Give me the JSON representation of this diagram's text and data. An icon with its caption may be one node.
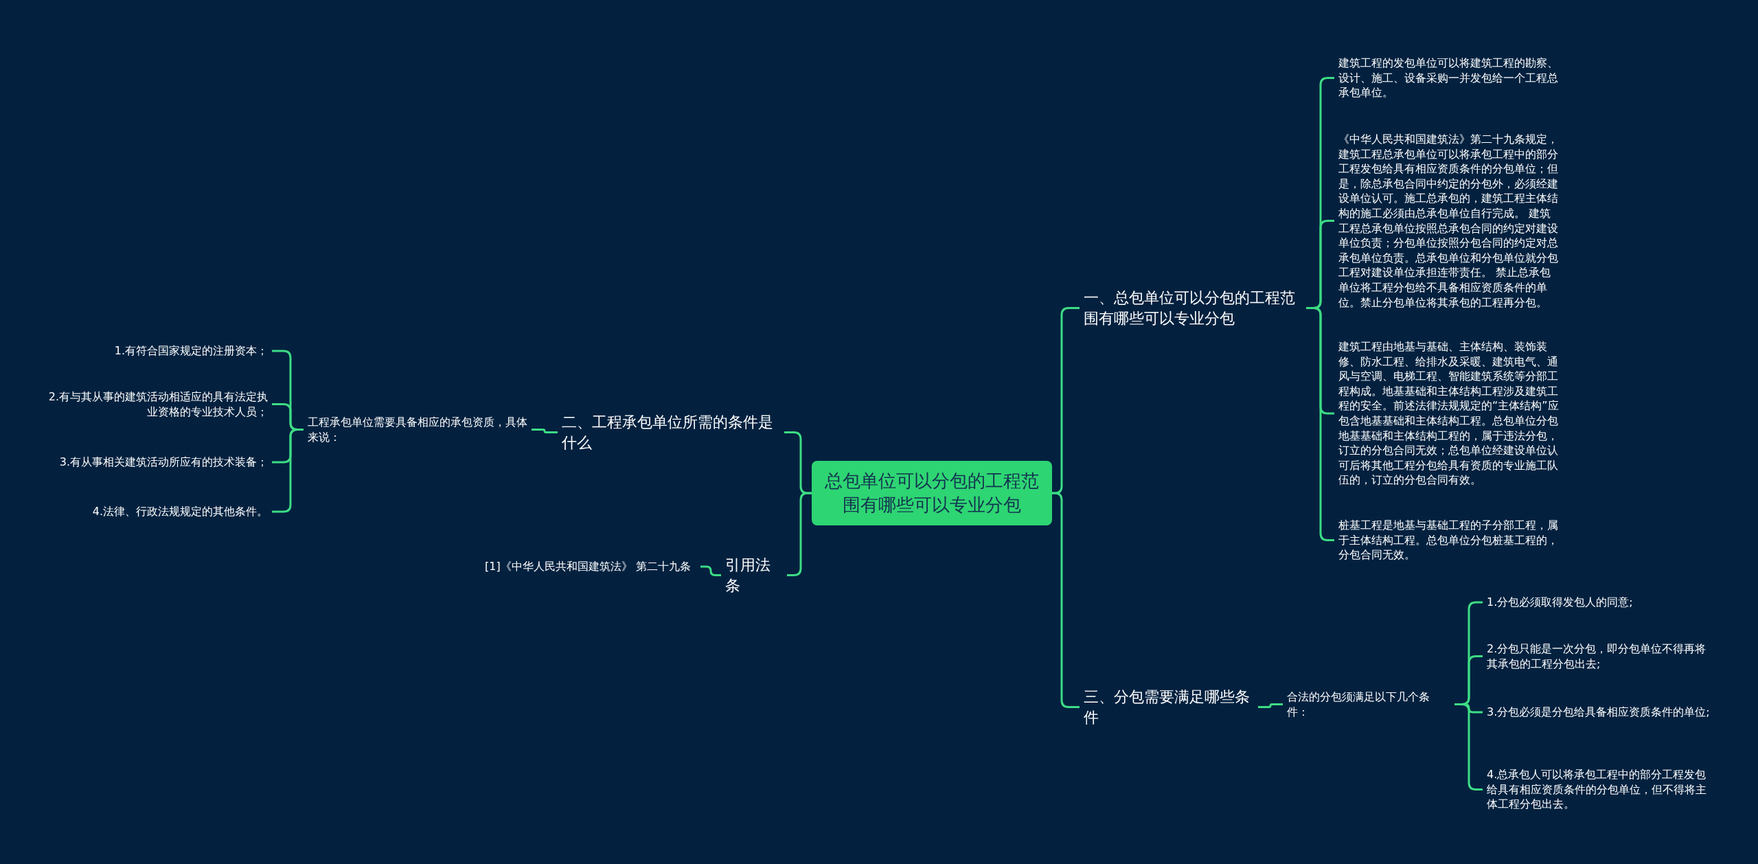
{
  "diagram": {
    "nodes": [
      {
        "text": [
          "总包单位可以分包的工程范围有哪些可以专业分包"
        ]
      },
      {
        "text": [
          "一、总包单位可以分包的工程范围有哪些可以专业分包"
        ]
      },
      {
        "text": [
          "建筑工程的发包单位可以将建筑工程的勘察、设计、施工、设备采购一并发包给一个工程总承包单位。"
        ]
      },
      {
        "text": [
          "《中华人民共和国建筑法》第二十九条规定，建筑工程总承包单位可以将承包工程中的部分工程发包给具有相应资质条件的分包单位；但是，除总承包合同中约定的分包外，必须经建设单位认可。施工总承包的，建筑工程主体结构的施工必须由总承包单位自行完成。 建筑工程总承包单位按照总承包合同的约定对建设单位负责；分包单位按照分包合同的约定对总承包单位负责。总承包单位和分包单位就分包工程对建设单位承担连带责任。 禁止总承包单位将工程分包给不具备相应资质条件的单位。禁止分包单位将其承包的工程再分包。"
        ]
      },
      {
        "text": [
          "建筑工程由地基与基础、主体结构、装饰装修、防水工程、给排水及采暖、建筑电气、通风与空调、电梯工程、智能建筑系统等分部工程构成。地基基础和主体结构工程涉及建筑工程的安全。前述法律法规规定的“主体结构”应包含地基基础和主体结构工程。总包单位分包地基基础和主体结构工程的，属于违法分包，订立的分包合同无效；总包单位经建设单位认可后将其他工程分包给具有资质的专业施工队伍的，订立的分包合同有效。"
        ]
      },
      {
        "text": [
          "桩基工程是地基与基础工程的子分部工程，属于主体结构工程。总包单位分包桩基工程的，分包合同无效。"
        ]
      },
      {
        "text": [
          "三、分包需要满足哪些条件"
        ]
      },
      {
        "text": [
          "合法的分包须满足以下几个条件："
        ]
      },
      {
        "text": [
          "1.分包必须取得发包人的同意;"
        ]
      },
      {
        "text": [
          "2.分包只能是一次分包，即分包单位不得再将其承包的工程分包出去;"
        ]
      },
      {
        "text": [
          "3.分包必须是分包给具备相应资质条件的单位;"
        ]
      },
      {
        "text": [
          "4.总承包人可以将承包工程中的部分工程发包给具有相应资质条件的分包单位，但不得将主体工程分包出去。"
        ]
      },
      {
        "text": [
          "二、工程承包单位所需的条件是什么"
        ]
      },
      {
        "text": [
          "工程承包单位需要具备相应的承包资质，具体来说："
        ]
      },
      {
        "text": [
          "1.有符合国家规定的注册资本；"
        ]
      },
      {
        "text": [
          "2.有与其从事的建筑活动相适应的具有法定执业资格的专业技术人员；"
        ]
      },
      {
        "text": [
          "3.有从事相关建筑活动所应有的技术装备；"
        ]
      },
      {
        "text": [
          "4.法律、行政法规规定的其他条件。"
        ]
      },
      {
        "text": [
          "引用法条"
        ]
      },
      {
        "text": [
          "[1]《中华人民共和国建筑法》 第二十九条"
        ]
      }
    ],
    "edges": [
      {
        "from": 0,
        "to": 1,
        "arrow": "none"
      },
      {
        "from": 1,
        "to": 2,
        "arrow": "none"
      },
      {
        "from": 1,
        "to": 3,
        "arrow": "none"
      },
      {
        "from": 1,
        "to": 4,
        "arrow": "none"
      },
      {
        "from": 1,
        "to": 5,
        "arrow": "none"
      },
      {
        "from": 0,
        "to": 6,
        "arrow": "none"
      },
      {
        "from": 6,
        "to": 7,
        "arrow": "none"
      },
      {
        "from": 7,
        "to": 8,
        "arrow": "none"
      },
      {
        "from": 7,
        "to": 9,
        "arrow": "none"
      },
      {
        "from": 7,
        "to": 10,
        "arrow": "none"
      },
      {
        "from": 7,
        "to": 11,
        "arrow": "none"
      },
      {
        "from": 0,
        "to": 12,
        "arrow": "none"
      },
      {
        "from": 12,
        "to": 13,
        "arrow": "none"
      },
      {
        "from": 13,
        "to": 14,
        "arrow": "none"
      },
      {
        "from": 13,
        "to": 15,
        "arrow": "none"
      },
      {
        "from": 13,
        "to": 16,
        "arrow": "none"
      },
      {
        "from": 13,
        "to": 17,
        "arrow": "none"
      },
      {
        "from": 0,
        "to": 18,
        "arrow": "none"
      },
      {
        "from": 18,
        "to": 19,
        "arrow": "none"
      }
    ]
  }
}
